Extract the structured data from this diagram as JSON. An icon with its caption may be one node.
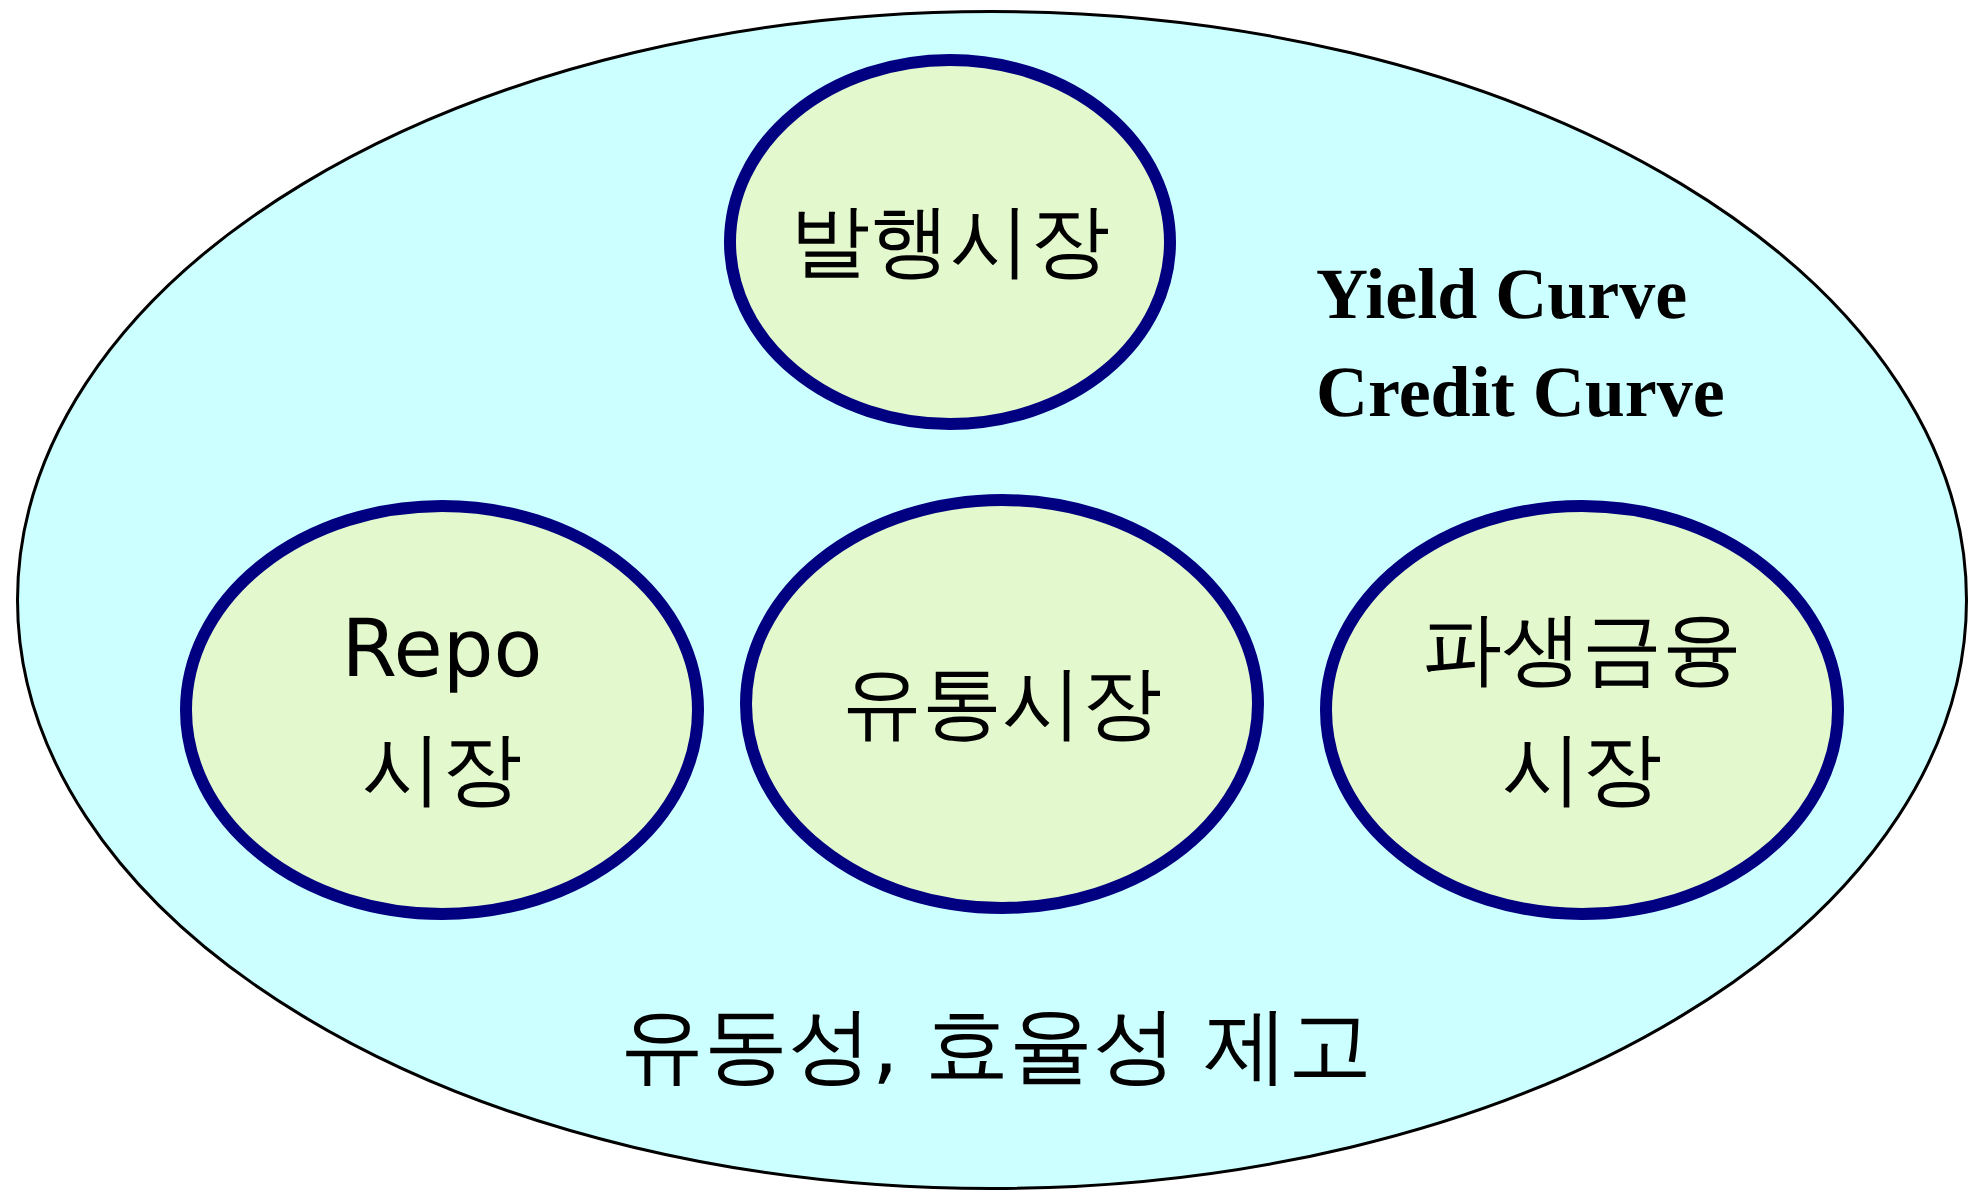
{
  "diagram": {
    "nodes": [
      {
        "text": [
          "Yield Curve Credit Curve",
          "유동성, 효율성 제고"
        ]
      },
      {
        "text": [
          "발행시장"
        ],
        "in": 0
      },
      {
        "text": [
          "Repo 시장"
        ],
        "in": 0
      },
      {
        "text": [
          "유통시장"
        ],
        "in": 0
      },
      {
        "text": [
          "파생금융 시장"
        ],
        "in": 0
      }
    ]
  }
}
